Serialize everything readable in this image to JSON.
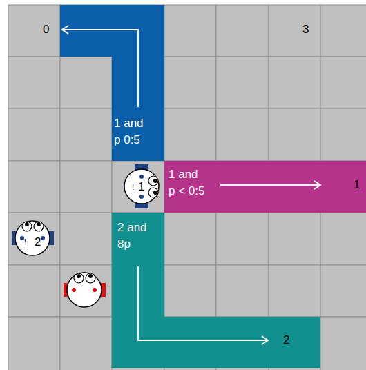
{
  "diagram": {
    "nodes": [
      {
        "text": [
          "1 and",
          "p 0:5"
        ]
      },
      {
        "text": [
          "1 and",
          "p < 0:5"
        ]
      },
      {
        "text": [
          "2 and",
          "8p"
        ]
      }
    ],
    "labels": [
      "0",
      "3",
      "1",
      "2",
      "!",
      "1",
      "!",
      "2"
    ]
  }
}
